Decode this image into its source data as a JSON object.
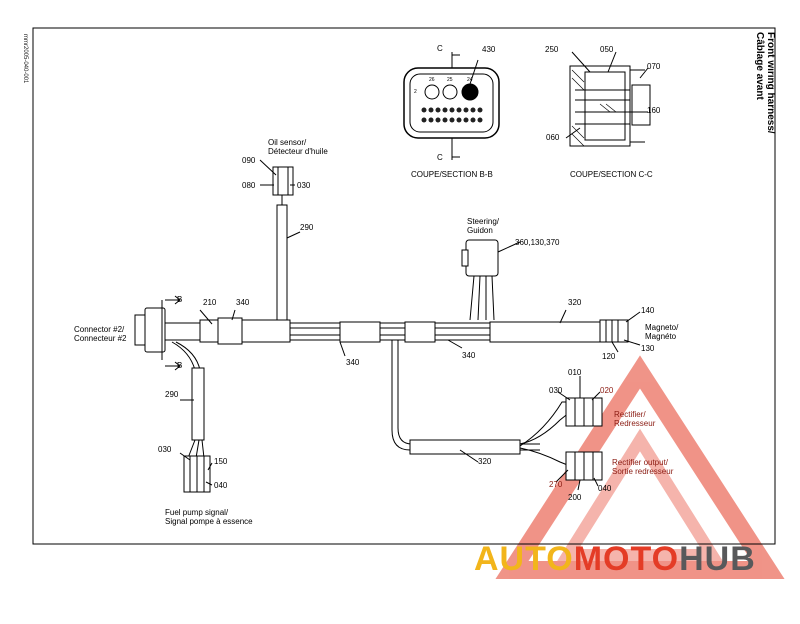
{
  "title": {
    "line1": "Front wiring harness/",
    "line2": "Câblage avant"
  },
  "doc_id": "mmr2005-040-001",
  "sections": {
    "bb": "COUPE/SECTION B-B",
    "cc": "COUPE/SECTION C-C"
  },
  "section_marks": {
    "b": "B",
    "c": "C"
  },
  "labels": {
    "oil_sensor": [
      "Oil sensor/",
      "Détecteur d'huile"
    ],
    "steering": [
      "Steering/",
      "Guidon"
    ],
    "connector2": [
      "Connector #2/",
      "Connecteur #2"
    ],
    "magneto": [
      "Magneto/",
      "Magnéto"
    ],
    "rectifier": [
      "Rectifier/",
      "Redresseur"
    ],
    "rectifier_out": [
      "Rectifier output/",
      "Sortie redresseur"
    ],
    "fuel_pump": [
      "Fuel pump signal/",
      "Signal pompe à essence"
    ]
  },
  "parts": {
    "p430": "430",
    "p250": "250",
    "p050": "050",
    "p070": "070",
    "p160": "160",
    "p060": "060",
    "p090": "090",
    "p080": "080",
    "p030a": "030",
    "p290a": "290",
    "p360": "360,130,370",
    "p210": "210",
    "p340a": "340",
    "p340b": "340",
    "p340c": "340",
    "p320a": "320",
    "p140": "140",
    "p130": "130",
    "p120": "120",
    "p290b": "290",
    "p030b": "030",
    "p150": "150",
    "p040a": "040",
    "p010": "010",
    "p030c": "030",
    "p020": "020",
    "p320b": "320",
    "p270": "270",
    "p200": "200",
    "p040b": "040"
  },
  "pin_numbers": {
    "n26": "26",
    "n25": "25",
    "n24": "24",
    "n2": "2"
  },
  "watermark": {
    "auto": "AUTO",
    "moto": "MOTO",
    "hub": "HUB"
  },
  "colors": {
    "line": "#000000",
    "watermark_red": "#e43c26",
    "watermark_yellow": "#f2b51b",
    "watermark_grey": "#58595b"
  }
}
